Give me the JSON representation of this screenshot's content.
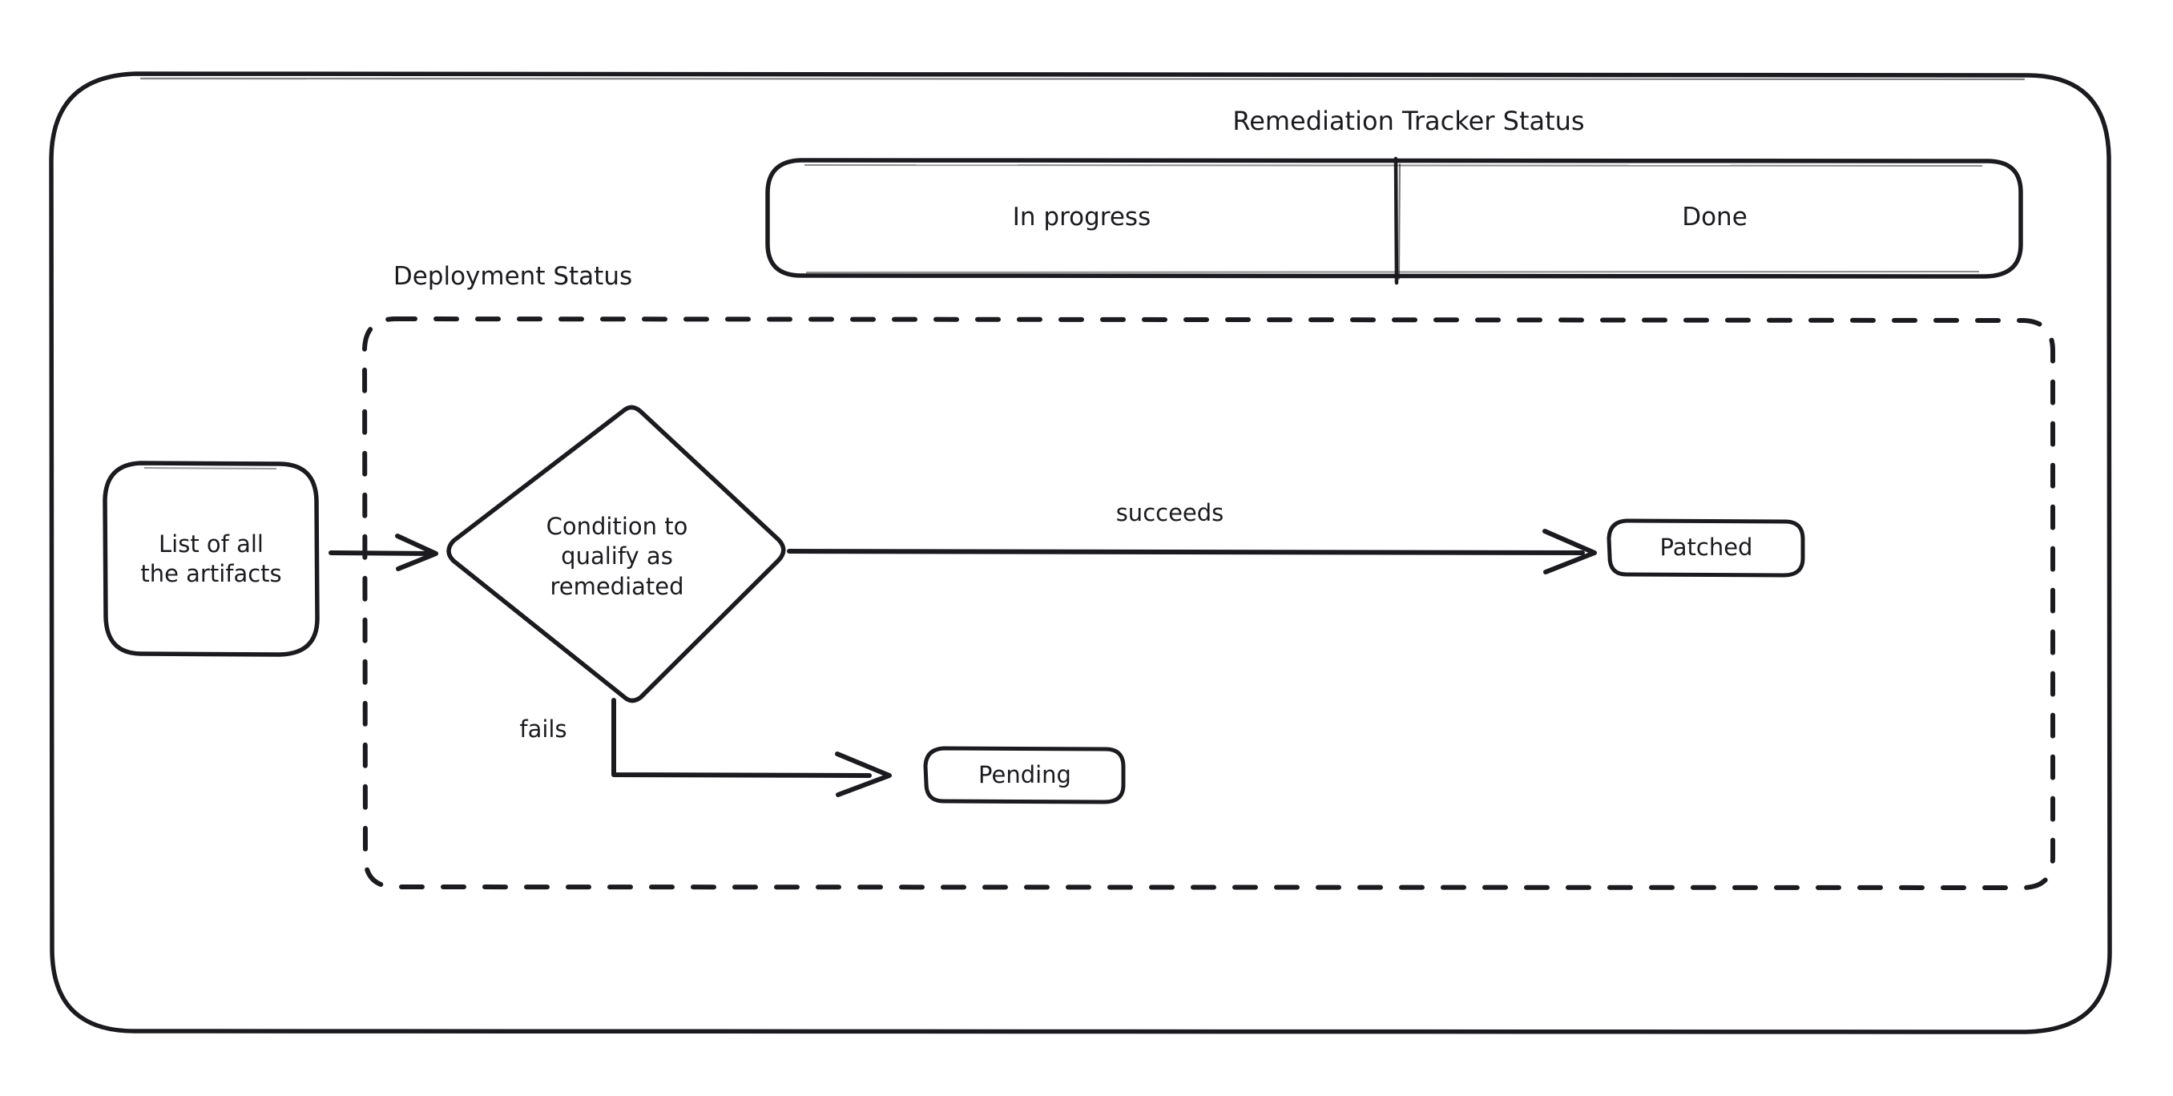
{
  "diagram": {
    "style": "hand-drawn-flowchart",
    "stroke_color": "#1b1b1f",
    "background_color": "#ffffff"
  },
  "tracker": {
    "title": "Remediation Tracker Status",
    "sections": [
      {
        "label": "In progress"
      },
      {
        "label": "Done"
      }
    ]
  },
  "deployment": {
    "group_label": "Deployment Status"
  },
  "nodes": {
    "source": {
      "label": "List of all\nthe artifacts",
      "shape": "rounded-rectangle"
    },
    "decision": {
      "label": "Condition to\nqualify as\nremediated",
      "shape": "diamond"
    },
    "patched": {
      "label": "Patched",
      "shape": "rounded-rectangle"
    },
    "pending": {
      "label": "Pending",
      "shape": "rounded-rectangle"
    }
  },
  "edges": [
    {
      "from": "source",
      "to": "decision",
      "label": ""
    },
    {
      "from": "decision",
      "to": "patched",
      "label": "succeeds"
    },
    {
      "from": "decision",
      "to": "pending",
      "label": "fails"
    }
  ]
}
